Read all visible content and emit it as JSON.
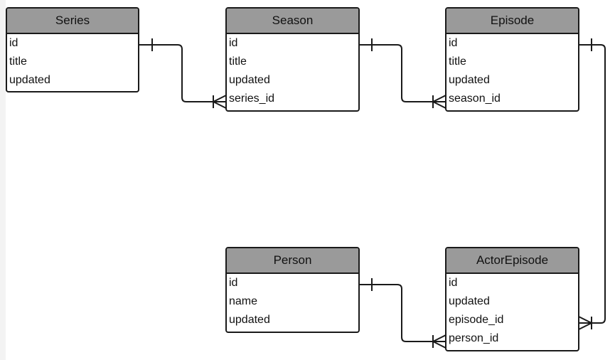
{
  "colors": {
    "header_fill": "#9a9a9a",
    "border": "#1a1a1a",
    "text": "#111111",
    "background": "#ffffff"
  },
  "entities": {
    "series": {
      "name": "Series",
      "fields": [
        "id",
        "title",
        "updated"
      ]
    },
    "season": {
      "name": "Season",
      "fields": [
        "id",
        "title",
        "updated",
        "series_id"
      ]
    },
    "episode": {
      "name": "Episode",
      "fields": [
        "id",
        "title",
        "updated",
        "season_id"
      ]
    },
    "person": {
      "name": "Person",
      "fields": [
        "id",
        "name",
        "updated"
      ]
    },
    "actor_episode": {
      "name": "ActorEpisode",
      "fields": [
        "id",
        "updated",
        "episode_id",
        "person_id"
      ]
    }
  },
  "relationships": [
    {
      "from": "Series.id",
      "to": "Season.series_id",
      "from_cardinality": "one",
      "to_cardinality": "many"
    },
    {
      "from": "Season.id",
      "to": "Episode.season_id",
      "from_cardinality": "one",
      "to_cardinality": "many"
    },
    {
      "from": "Episode.id",
      "to": "ActorEpisode.episode_id",
      "from_cardinality": "one",
      "to_cardinality": "many"
    },
    {
      "from": "Person.id",
      "to": "ActorEpisode.person_id",
      "from_cardinality": "one",
      "to_cardinality": "many"
    }
  ]
}
